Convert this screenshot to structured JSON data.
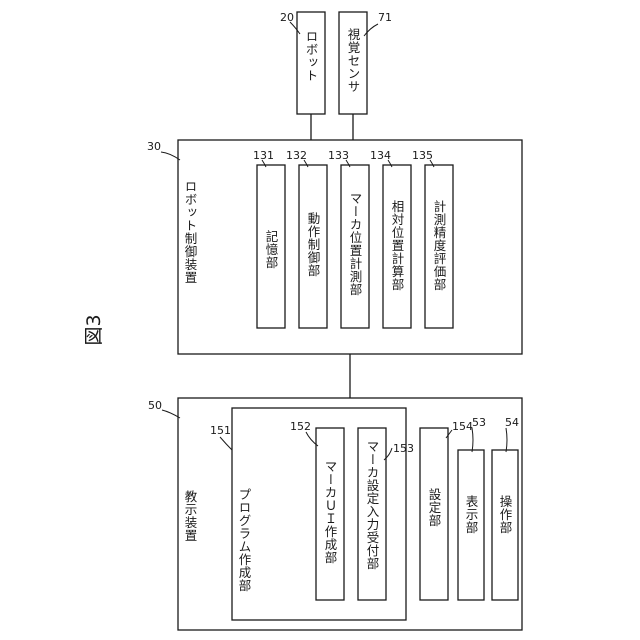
{
  "figure": {
    "title": "図3"
  },
  "robot": {
    "ref": "20",
    "label": "ロボット"
  },
  "vision_sensor": {
    "ref": "71",
    "label": "視覚センサ"
  },
  "robot_controller": {
    "ref": "30",
    "label": "ロボット制御装置",
    "units": [
      {
        "ref": "131",
        "label": "記憶部"
      },
      {
        "ref": "132",
        "label": "動作制御部"
      },
      {
        "ref": "133",
        "label": "マーカ位置計測部"
      },
      {
        "ref": "134",
        "label": "相対位置計算部"
      },
      {
        "ref": "135",
        "label": "計測精度評価部"
      }
    ]
  },
  "teaching_device": {
    "ref": "50",
    "label": "教示装置",
    "program_creator": {
      "ref": "151",
      "label": "プログラム作成部",
      "units": [
        {
          "ref": "152",
          "label": "マーカＵＩ作成部"
        },
        {
          "ref": "153",
          "label": "マーカ設定入力受付部"
        }
      ]
    },
    "units": [
      {
        "ref": "154",
        "label": "設定部"
      },
      {
        "ref": "53",
        "label": "表示部"
      },
      {
        "ref": "54",
        "label": "操作部"
      }
    ]
  }
}
